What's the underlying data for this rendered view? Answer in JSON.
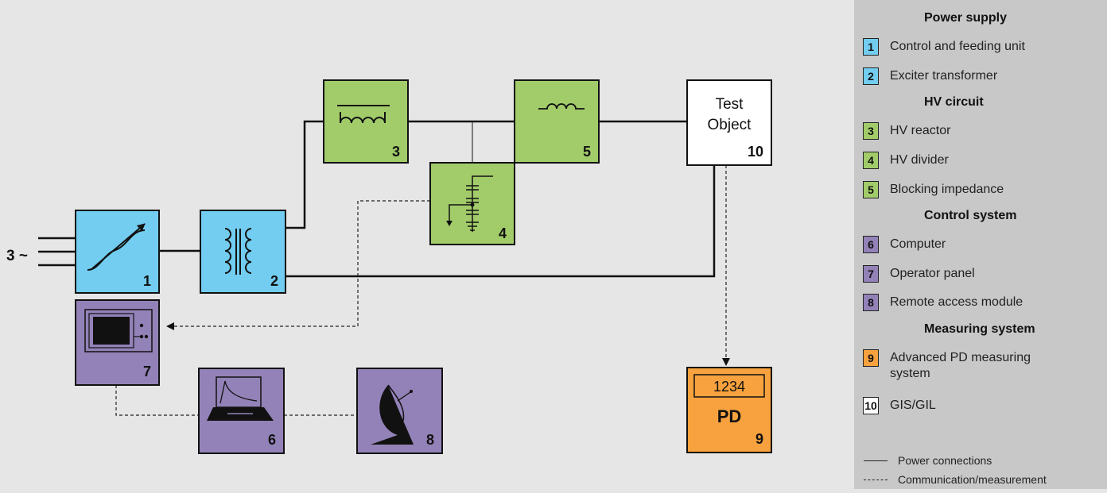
{
  "diagram": {
    "input_label": "3 ~",
    "blocks": [
      {
        "id": "1",
        "label": "1",
        "group": "power"
      },
      {
        "id": "2",
        "label": "2",
        "group": "power"
      },
      {
        "id": "3",
        "label": "3",
        "group": "hv"
      },
      {
        "id": "4",
        "label": "4",
        "group": "hv"
      },
      {
        "id": "5",
        "label": "5",
        "group": "hv"
      },
      {
        "id": "6",
        "label": "6",
        "group": "control"
      },
      {
        "id": "7",
        "label": "7",
        "group": "control"
      },
      {
        "id": "8",
        "label": "8",
        "group": "control"
      },
      {
        "id": "9",
        "label": "9",
        "group": "measuring",
        "display_value": "1234",
        "text": "PD"
      },
      {
        "id": "10",
        "label": "10",
        "group": "test",
        "text_line1": "Test",
        "text_line2": "Object"
      }
    ]
  },
  "legend": {
    "sections": [
      {
        "title": "Power supply",
        "items": [
          {
            "num": "1",
            "label": "Control and feeding unit",
            "color": "#72cdf0"
          },
          {
            "num": "2",
            "label": "Exciter transformer",
            "color": "#72cdf0"
          }
        ]
      },
      {
        "title": "HV circuit",
        "items": [
          {
            "num": "3",
            "label": "HV reactor",
            "color": "#a2cc6a"
          },
          {
            "num": "4",
            "label": "HV divider",
            "color": "#a2cc6a"
          },
          {
            "num": "5",
            "label": "Blocking impedance",
            "color": "#a2cc6a"
          }
        ]
      },
      {
        "title": "Control system",
        "items": [
          {
            "num": "6",
            "label": "Computer",
            "color": "#9382b8"
          },
          {
            "num": "7",
            "label": "Operator panel",
            "color": "#9382b8"
          },
          {
            "num": "8",
            "label": "Remote access module",
            "color": "#9382b8"
          }
        ]
      },
      {
        "title": "Measuring system",
        "items": [
          {
            "num": "9",
            "label": "Advanced PD measuring system",
            "color": "#f7a23e"
          },
          {
            "num": "10",
            "label": "GIS/GIL",
            "color": "#ffffff"
          }
        ]
      }
    ],
    "key": {
      "solid": "Power connections",
      "dashed": "Communication/measurement"
    }
  },
  "colors": {
    "power": "#72cdf0",
    "hv": "#a2cc6a",
    "control": "#9382b8",
    "measuring": "#f7a23e",
    "test": "#ffffff",
    "background": "#e6e6e6",
    "legend_bg": "#c8c8c8"
  }
}
